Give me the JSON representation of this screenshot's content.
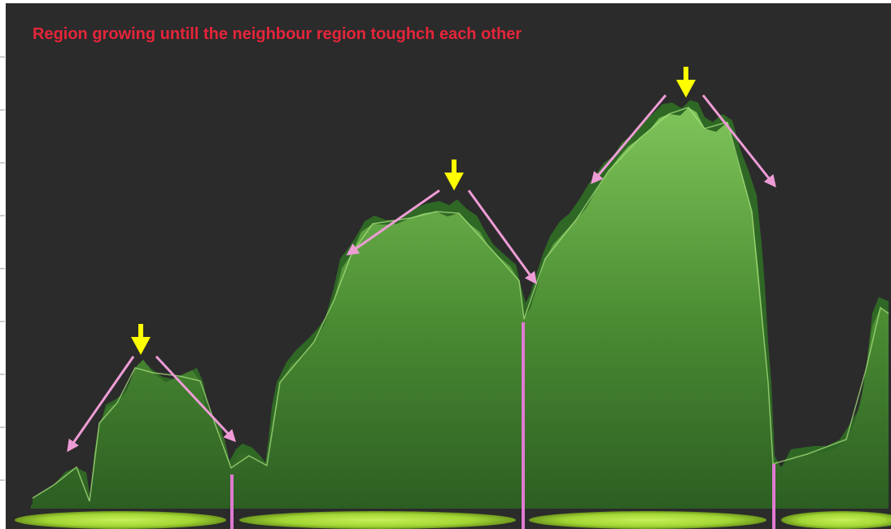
{
  "title": "Region growing untill the neighbour region  toughch each other",
  "colors": {
    "background": "#2b2b2b",
    "border_tick": "#c8c8c8",
    "title": "#e5253a",
    "terrain_dark": "#2f6a25",
    "terrain_mid": "#5c9e3c",
    "terrain_light": "#8fd06a",
    "peak_arrow": "#ffff00",
    "growth_arrow": "#ee9cd6",
    "boundary_line": "#e07ad2",
    "region_base": "#a6d83a"
  },
  "peaks": 4,
  "boundaries": 3,
  "regions": 4
}
